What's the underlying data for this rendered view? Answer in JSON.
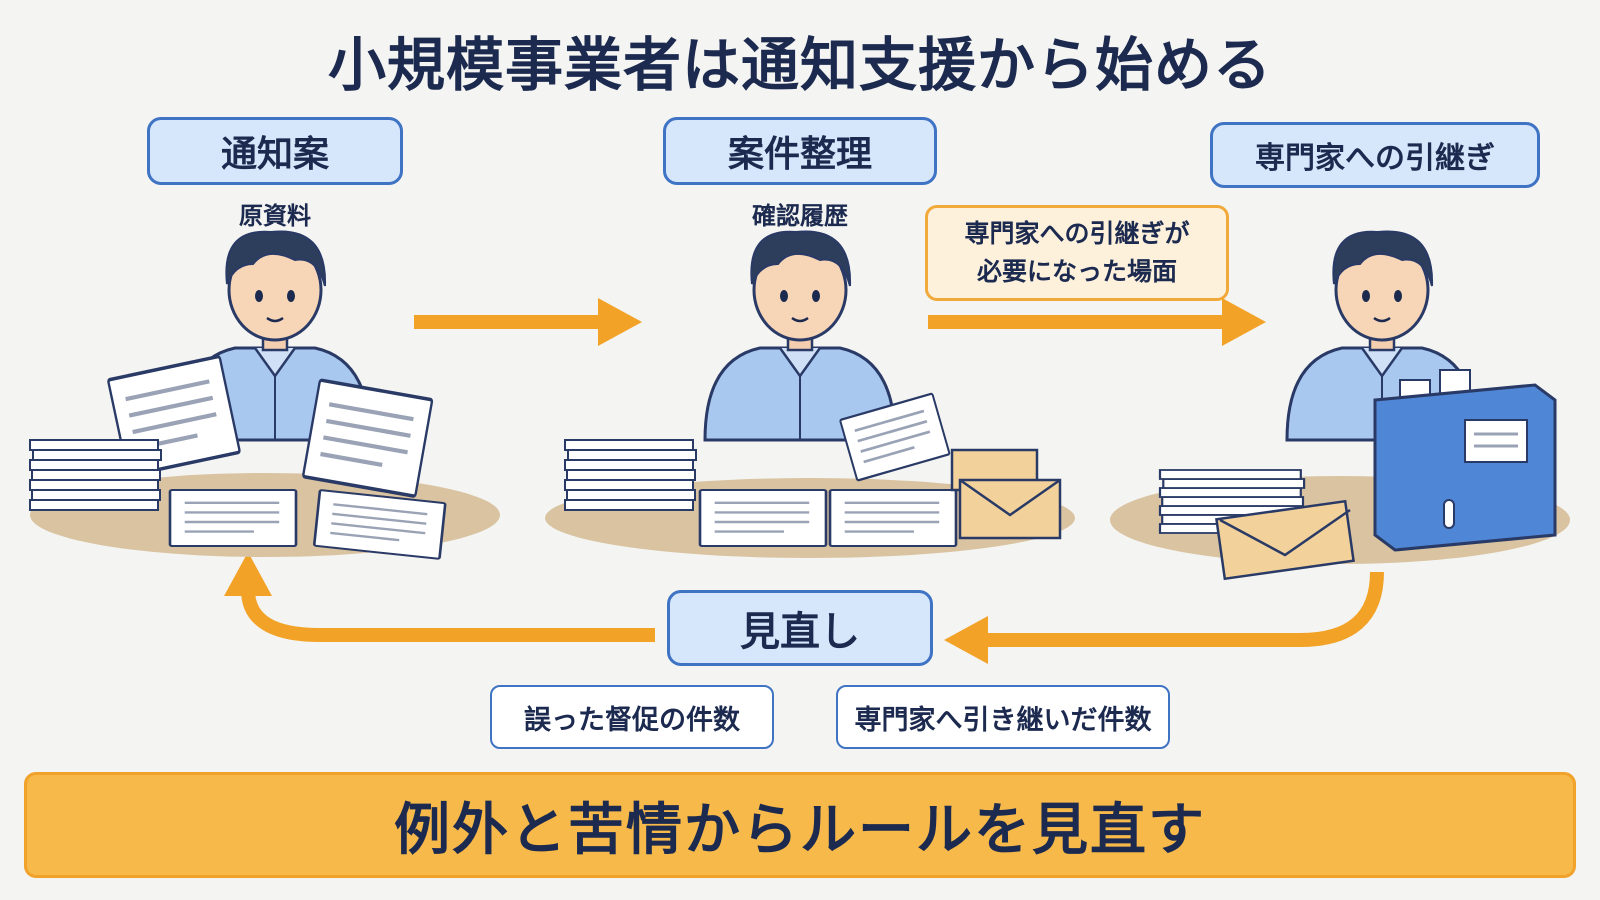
{
  "title": "小規模事業者は通知支援から始める",
  "steps": [
    {
      "label": "通知案",
      "sublabel": "原資料"
    },
    {
      "label": "案件整理",
      "sublabel": "確認履歴"
    },
    {
      "label": "専門家への引継ぎ",
      "sublabel": ""
    }
  ],
  "callout": {
    "line1": "専門家への引継ぎが",
    "line2": "必要になった場面"
  },
  "review": {
    "label": "見直し"
  },
  "metrics": [
    "誤った督促の件数",
    "専門家へ引き継いだ件数"
  ],
  "banner": "例外と苦情からルールを見直す",
  "colors": {
    "accent_blue": "#3f73c4",
    "box_fill": "#d6e6fb",
    "arrow_orange": "#f2a327",
    "banner_fill": "#f6b94a",
    "desk": "#d9c3a0",
    "envelope": "#f2d29a",
    "binder": "#4f86d6"
  }
}
